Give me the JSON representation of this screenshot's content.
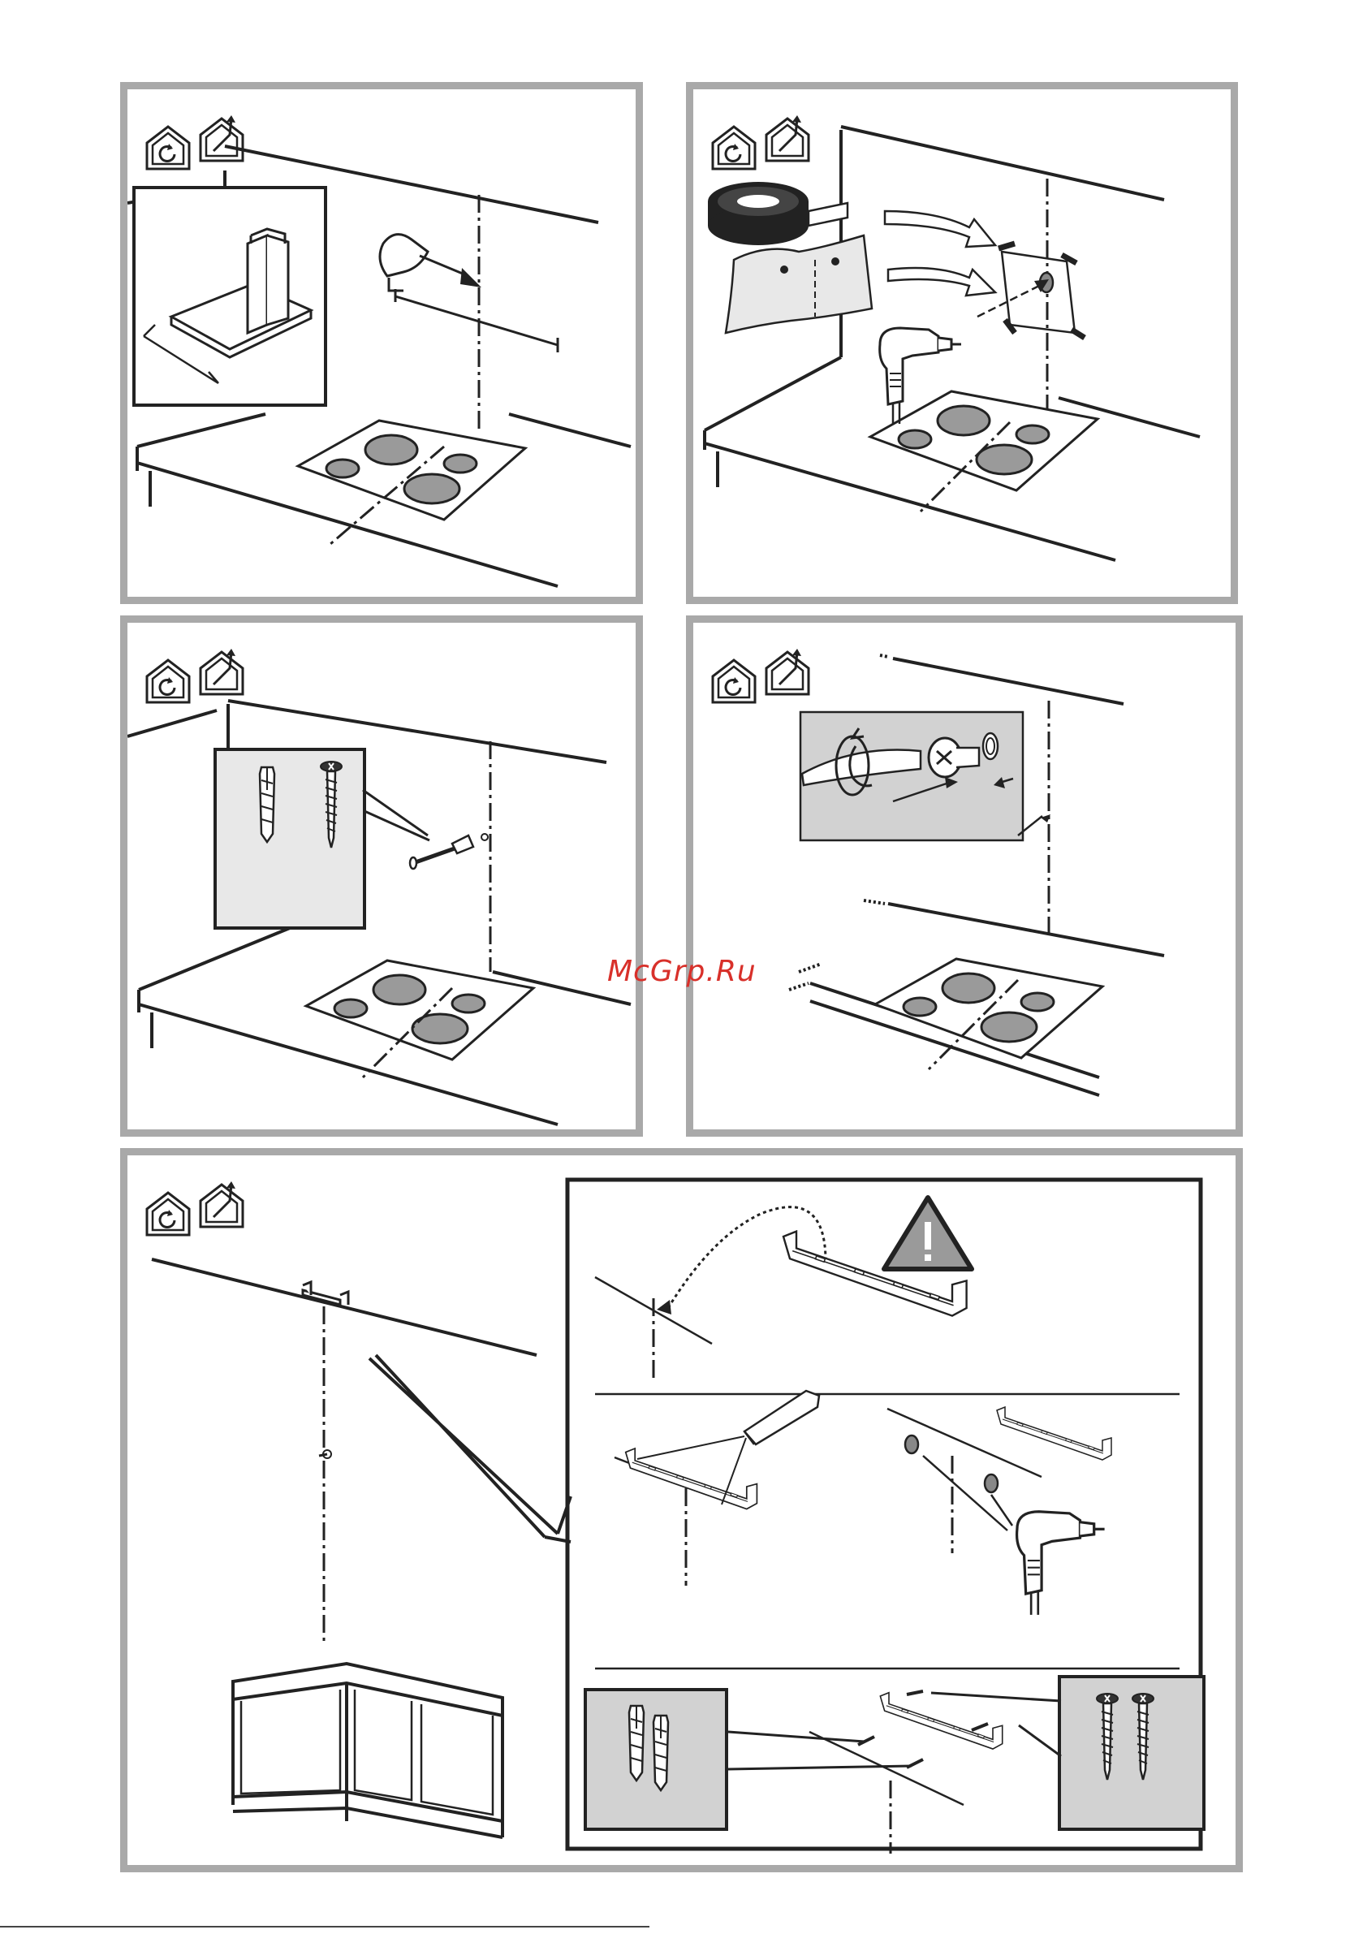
{
  "watermark": {
    "text": "McGrp.Ru",
    "color": "#d8302a"
  },
  "panel_border_color": "#a9a9a9",
  "icons": [
    "recirculation-mode-icon",
    "extraction-mode-icon",
    "warning-triangle-icon",
    "drill-icon",
    "screwdriver-icon",
    "pencil-icon",
    "wall-plug-icon",
    "screw-icon",
    "tape-roll-icon"
  ],
  "panels": [
    {
      "id": "step-1",
      "content": "hood-positioning"
    },
    {
      "id": "step-2",
      "content": "drill-template"
    },
    {
      "id": "step-3",
      "content": "wall-plug-insertion"
    },
    {
      "id": "step-4",
      "content": "screw-fixing"
    },
    {
      "id": "step-5",
      "content": "bracket-mounting"
    }
  ]
}
